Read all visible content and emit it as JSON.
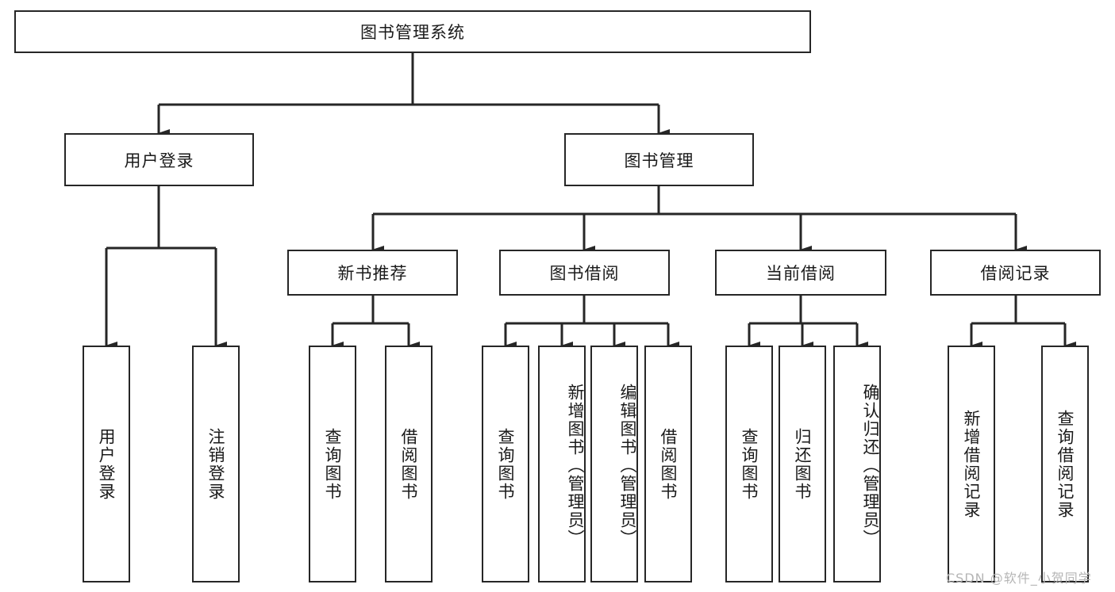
{
  "diagram": {
    "type": "tree",
    "title": "图书管理系统",
    "root": {
      "label": "图书管理系统"
    },
    "level2": [
      {
        "label": "用户登录"
      },
      {
        "label": "图书管理"
      }
    ],
    "level3": [
      {
        "label": "新书推荐"
      },
      {
        "label": "图书借阅"
      },
      {
        "label": "当前借阅"
      },
      {
        "label": "借阅记录"
      }
    ],
    "leaves_user_login": [
      {
        "label": "用户登录"
      },
      {
        "label": "注销登录"
      }
    ],
    "leaves_new_book": [
      {
        "label": "查询图书"
      },
      {
        "label": "借阅图书"
      }
    ],
    "leaves_borrow": [
      {
        "label": "查询图书"
      },
      {
        "label": "新增图书（管理员）"
      },
      {
        "label": "编辑图书（管理员）"
      },
      {
        "label": "借阅图书"
      }
    ],
    "leaves_current": [
      {
        "label": "查询图书"
      },
      {
        "label": "归还图书"
      },
      {
        "label": "确认归还（管理员）"
      }
    ],
    "leaves_record": [
      {
        "label": "新增借阅记录"
      },
      {
        "label": "查询借阅记录"
      }
    ]
  },
  "watermark": {
    "text": "CSDN @软件_小贺同学"
  },
  "colors": {
    "stroke": "#262626",
    "background": "#ffffff",
    "text": "#1a1a1a",
    "watermark": "#b5b5b5"
  }
}
